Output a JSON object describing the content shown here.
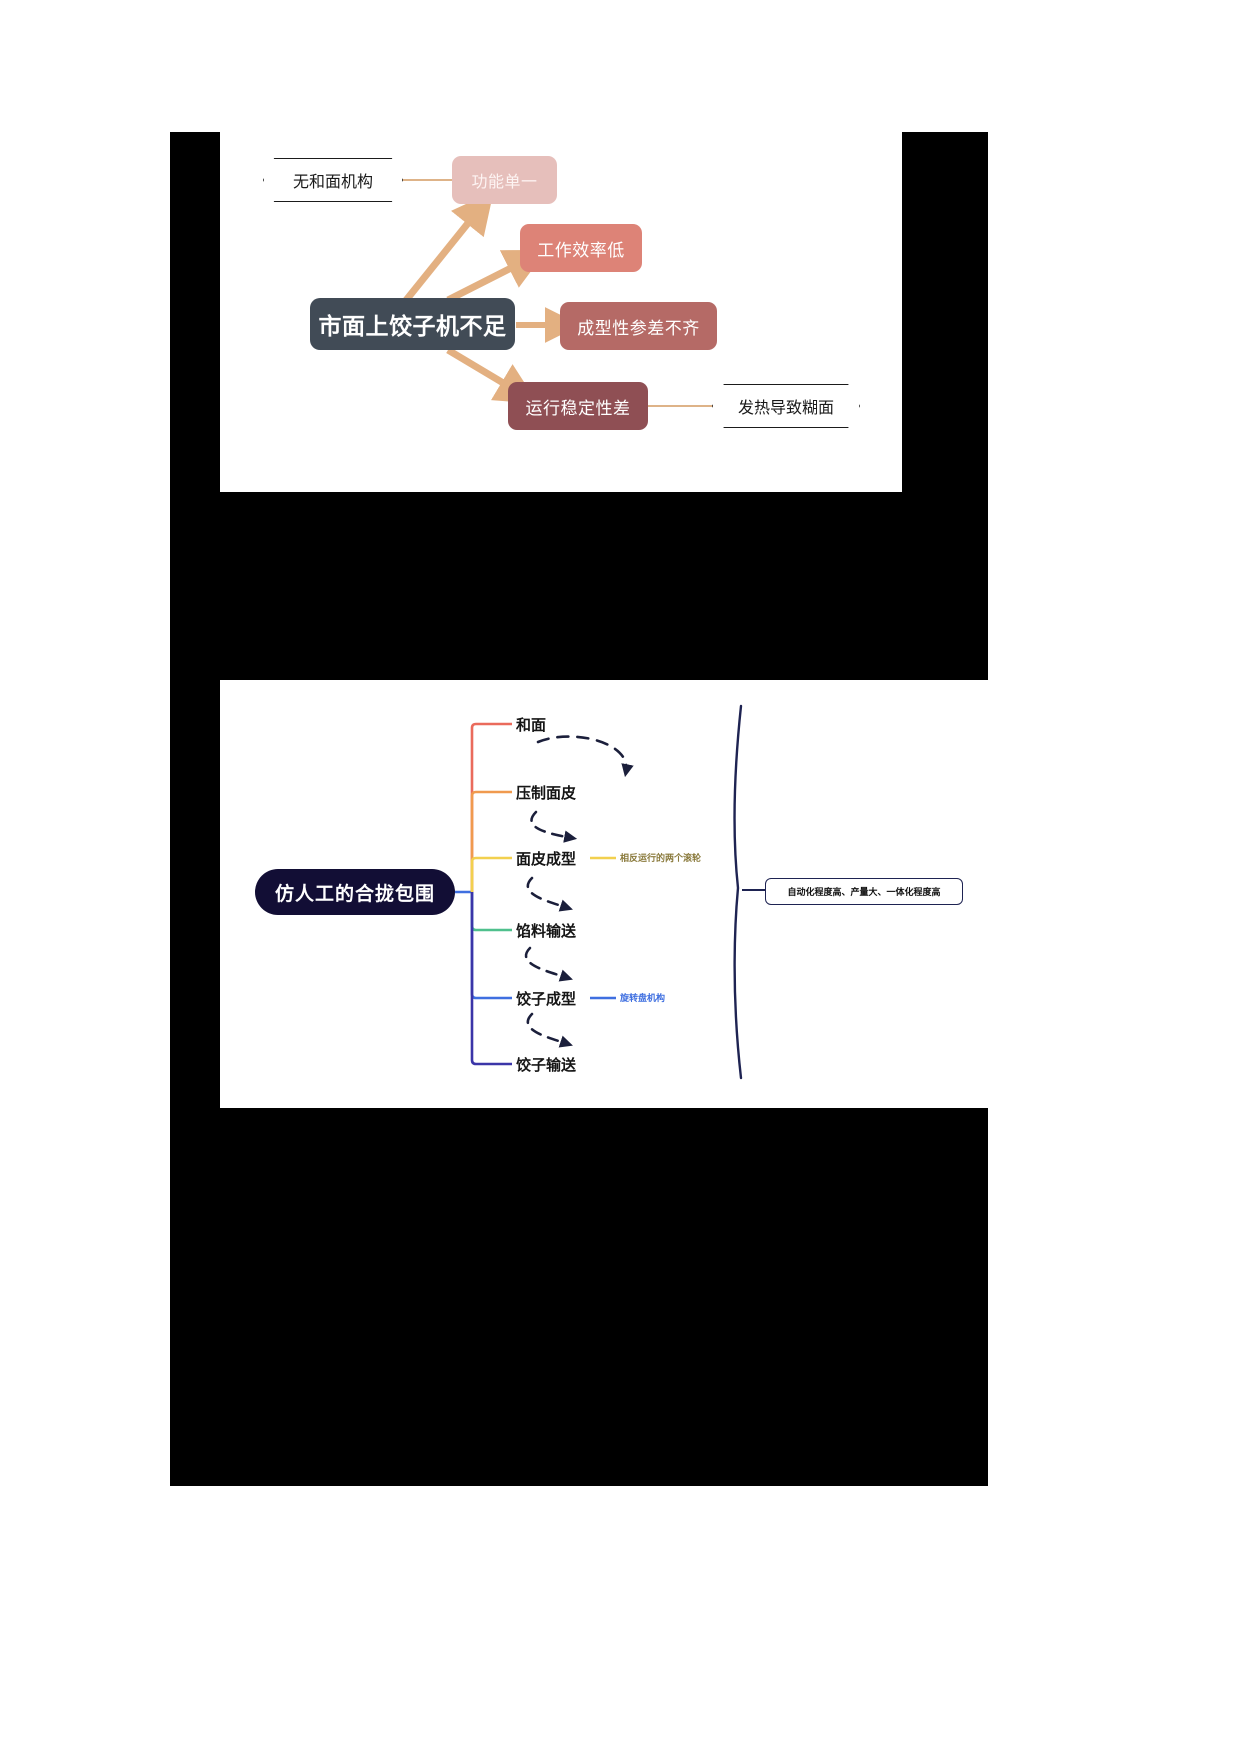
{
  "page": {
    "background": "#ffffff",
    "frame_color": "#000000"
  },
  "diagram1": {
    "title": "市面上饺子机不足",
    "type": "problem-map",
    "root": {
      "label": "市面上饺子机不足",
      "color": "#414b56",
      "text_color": "#ffffff"
    },
    "problems": [
      {
        "label": "功能单一",
        "color": "#e6bfbb",
        "text_color": "#fdf4f3"
      },
      {
        "label": "工作效率低",
        "color": "#dd8377",
        "text_color": "#ffffff"
      },
      {
        "label": "成型性参差不齐",
        "color": "#b56a66",
        "text_color": "#ffffff"
      },
      {
        "label": "运行稳定性差",
        "color": "#8f4f54",
        "text_color": "#ffffff"
      }
    ],
    "causes": [
      {
        "label": "无和面机构",
        "shape": "hexagon",
        "attached_to": "功能单一"
      },
      {
        "label": "发热导致糊面",
        "shape": "hexagon",
        "attached_to": "运行稳定性差"
      }
    ],
    "arrow_color": "#e3b081",
    "connector_color": "#d9a877"
  },
  "diagram2": {
    "title": "仿人工的合拢包围",
    "type": "process-mindmap",
    "root": {
      "label": "仿人工的合拢包围",
      "color": "#120e35",
      "text_color": "#ffffff"
    },
    "branches": [
      {
        "label": "和面",
        "color": "#ea6b5c",
        "note": ""
      },
      {
        "label": "压制面皮",
        "color": "#f09a4e",
        "note": ""
      },
      {
        "label": "面皮成型",
        "color": "#f2d04e",
        "note": "相反运行的两个滚轮"
      },
      {
        "label": "馅料输送",
        "color": "#4fc08d",
        "note": ""
      },
      {
        "label": "饺子成型",
        "color": "#3f6fe0",
        "note": "旋转盘机构"
      },
      {
        "label": "饺子输送",
        "color": "#3b35a8",
        "note": ""
      }
    ],
    "flow_arrow_color": "#1b1f3b",
    "brace_color": "#1e2352",
    "summary": {
      "text": "自动化程度高、产量大、一体化程度高",
      "border_color": "#1e2352"
    }
  }
}
